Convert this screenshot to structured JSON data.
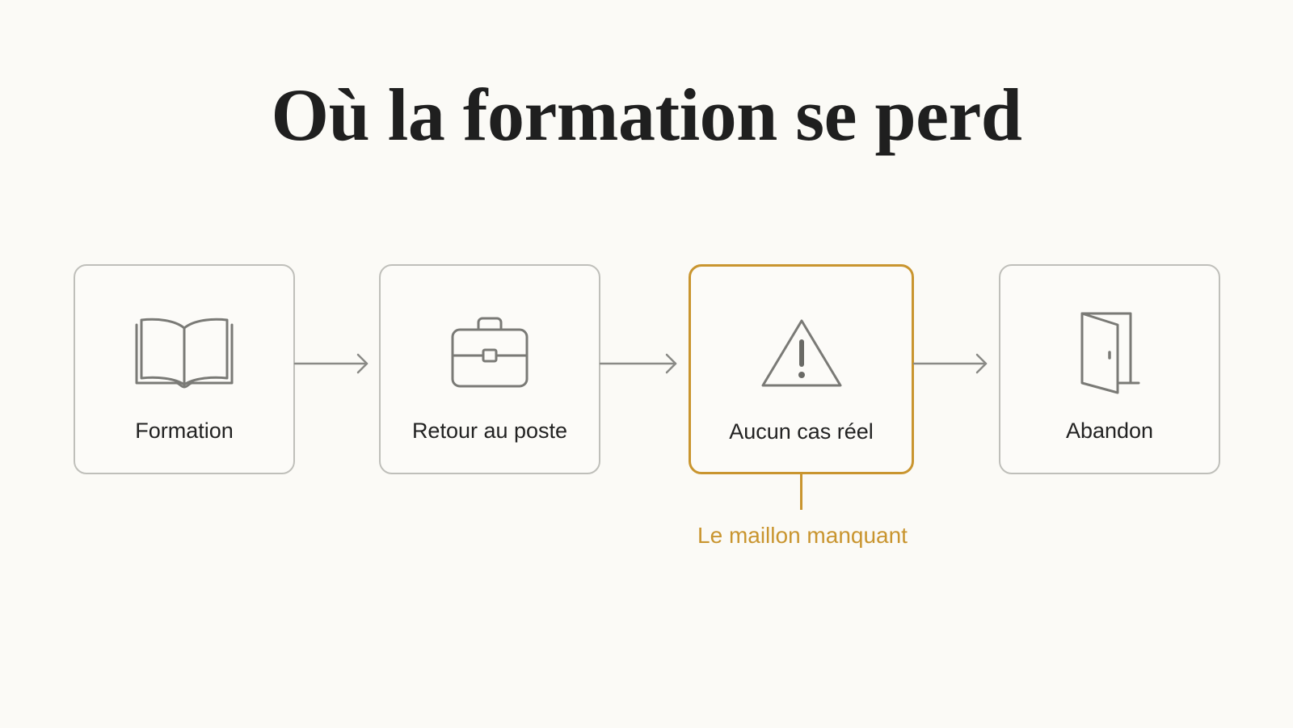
{
  "title": "Où la formation se perd",
  "steps": [
    {
      "label": "Formation",
      "icon": "open-book-icon",
      "highlighted": false
    },
    {
      "label": "Retour au poste",
      "icon": "briefcase-icon",
      "highlighted": false
    },
    {
      "label": "Aucun cas réel",
      "icon": "warning-icon",
      "highlighted": true
    },
    {
      "label": "Abandon",
      "icon": "door-icon",
      "highlighted": false
    }
  ],
  "callout": {
    "label": "Le maillon manquant"
  },
  "colors": {
    "background": "#FBFAF6",
    "accent": "#C9952F",
    "border": "#BFBFBA",
    "text": "#1F1F1F",
    "arrow": "#8A8A86",
    "icon": "#7A7A76"
  }
}
